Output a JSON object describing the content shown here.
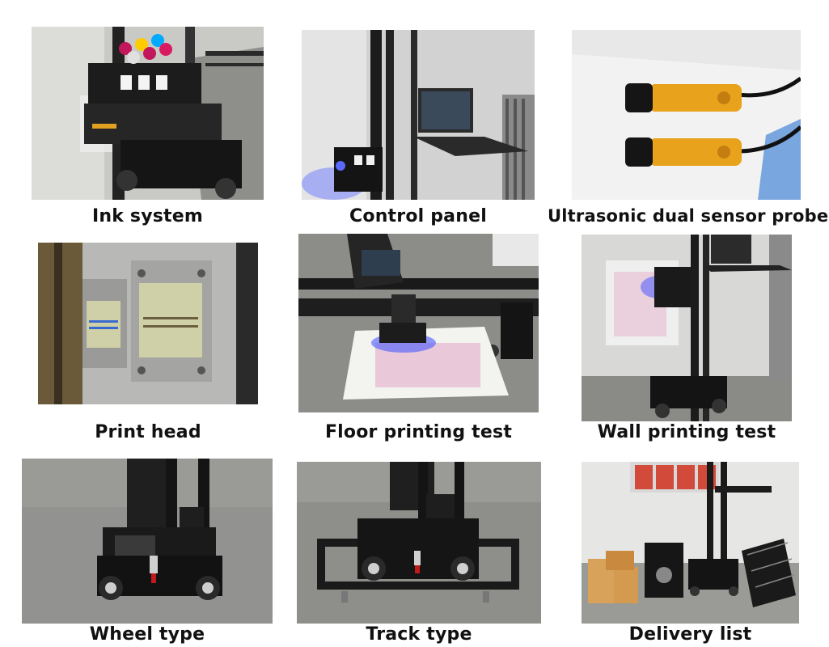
{
  "items": [
    {
      "caption": "Ink system",
      "icon": "ink-system-photo"
    },
    {
      "caption": "Control panel",
      "icon": "control-panel-photo"
    },
    {
      "caption": "Ultrasonic dual sensor probe",
      "icon": "sensor-probe-photo"
    },
    {
      "caption": "Print head",
      "icon": "print-head-photo"
    },
    {
      "caption": "Floor printing test",
      "icon": "floor-printing-photo"
    },
    {
      "caption": "Wall printing test",
      "icon": "wall-printing-photo"
    },
    {
      "caption": "Wheel type",
      "icon": "wheel-type-photo"
    },
    {
      "caption": "Track type",
      "icon": "track-type-photo"
    },
    {
      "caption": "Delivery list",
      "icon": "delivery-list-photo"
    }
  ],
  "colors": {
    "frame_black": "#1a1a1a",
    "sensor_yellow": "#e8a21c",
    "led_blue": "#3a4dff",
    "floor_gray": "#8c8c88",
    "wall_white": "#e8e8e8",
    "box_brown": "#d9a25a"
  }
}
